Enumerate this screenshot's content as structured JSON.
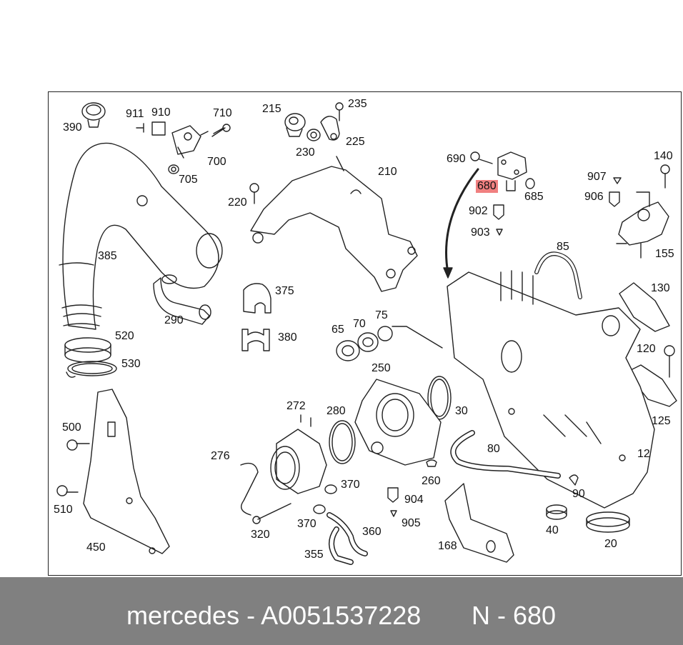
{
  "labels": {
    "l390": "390",
    "l911": "911",
    "l910": "910",
    "l710": "710",
    "l700": "700",
    "l705": "705",
    "l215": "215",
    "l235": "235",
    "l225": "225",
    "l230": "230",
    "l210": "210",
    "l220": "220",
    "l385": "385",
    "l290": "290",
    "l375": "375",
    "l380": "380",
    "l690": "690",
    "l680": "680",
    "l685": "685",
    "l902": "902",
    "l903": "903",
    "l140": "140",
    "l907": "907",
    "l906": "906",
    "l155": "155",
    "l85": "85",
    "l130": "130",
    "l65": "65",
    "l70": "70",
    "l75": "75",
    "l520": "520",
    "l530": "530",
    "l250": "250",
    "l120": "120",
    "l125": "125",
    "l30": "30",
    "l272": "272",
    "l280": "280",
    "l500": "500",
    "l276": "276",
    "l80": "80",
    "l12": "12",
    "l370a": "370",
    "l260": "260",
    "l904": "904",
    "l90": "90",
    "l510": "510",
    "l370b": "370",
    "l905": "905",
    "l320": "320",
    "l360": "360",
    "l40": "40",
    "l450": "450",
    "l355": "355",
    "l168": "168",
    "l20": "20"
  },
  "highlight": {
    "part": "680",
    "color": "#f08080"
  },
  "footer": {
    "brand_part": "mercedes - A0051537228",
    "item": "N - 680"
  }
}
